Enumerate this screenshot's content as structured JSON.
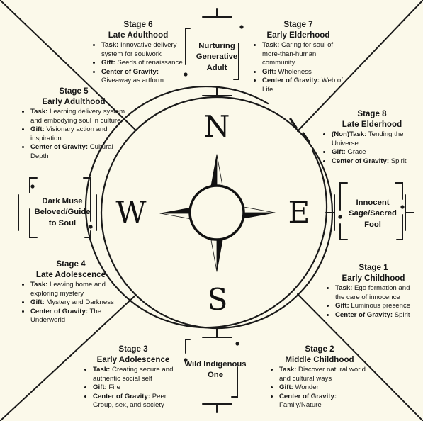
{
  "directions": {
    "north": "N",
    "east": "E",
    "south": "S",
    "west": "W"
  },
  "archetypes": {
    "north": "Nurturing Generative Adult",
    "east": "Innocent Sage/Sacred Fool",
    "south": "Wild Indigenous One",
    "west": "Dark Muse Beloved/Guide to Soul"
  },
  "stages": {
    "s1": {
      "name": "Stage 1",
      "phase": "Early Childhood",
      "items": [
        {
          "label": "Task:",
          "text": " Ego formation and the care of innocence"
        },
        {
          "label": "Gift:",
          "text": " Luminous presence"
        },
        {
          "label": "Center of Gravity:",
          "text": " Spirit"
        }
      ]
    },
    "s2": {
      "name": "Stage 2",
      "phase": "Middle Childhood",
      "items": [
        {
          "label": "Task:",
          "text": " Discover natural world and cultural ways"
        },
        {
          "label": "Gift:",
          "text": " Wonder"
        },
        {
          "label": "Center of Gravity:",
          "text": " Family/Nature"
        }
      ]
    },
    "s3": {
      "name": "Stage 3",
      "phase": "Early Adolescence",
      "items": [
        {
          "label": "Task:",
          "text": " Creating secure and authentic social self"
        },
        {
          "label": "Gift:",
          "text": " Fire"
        },
        {
          "label": "Center of Gravity:",
          "text": " Peer Group, sex, and society"
        }
      ]
    },
    "s4": {
      "name": "Stage 4",
      "phase": "Late Adolescence",
      "items": [
        {
          "label": "Task:",
          "text": " Leaving home and exploring mystery"
        },
        {
          "label": "Gift:",
          "text": " Mystery and Darkness"
        },
        {
          "label": "Center of Gravity:",
          "text": " The Underworld"
        }
      ]
    },
    "s5": {
      "name": "Stage 5",
      "phase": "Early Adulthood",
      "items": [
        {
          "label": "Task:",
          "text": " Learning delivery system and embodying soul in culture"
        },
        {
          "label": "Gift:",
          "text": " Visionary action and inspiration"
        },
        {
          "label": "Center of Gravity:",
          "text": " Cultural Depth"
        }
      ]
    },
    "s6": {
      "name": "Stage 6",
      "phase": "Late Adulthood",
      "items": [
        {
          "label": "Task:",
          "text": " Innovative delivery system for soulwork"
        },
        {
          "label": "Gift:",
          "text": " Seeds of renaissance"
        },
        {
          "label": "Center of Gravity:",
          "text": " Giveaway as artform"
        }
      ]
    },
    "s7": {
      "name": "Stage 7",
      "phase": "Early Elderhood",
      "items": [
        {
          "label": "Task:",
          "text": " Caring for soul of more-than-human community"
        },
        {
          "label": "Gift:",
          "text": " Wholeness"
        },
        {
          "label": "Center of Gravity:",
          "text": " Web of Life"
        }
      ]
    },
    "s8": {
      "name": "Stage 8",
      "phase": "Late Elderhood",
      "items": [
        {
          "label": "(Non)Task:",
          "text": " Tending the Universe"
        },
        {
          "label": "Gift:",
          "text": " Grace"
        },
        {
          "label": "Center of Gravity:",
          "text": " Spirit"
        }
      ]
    }
  }
}
